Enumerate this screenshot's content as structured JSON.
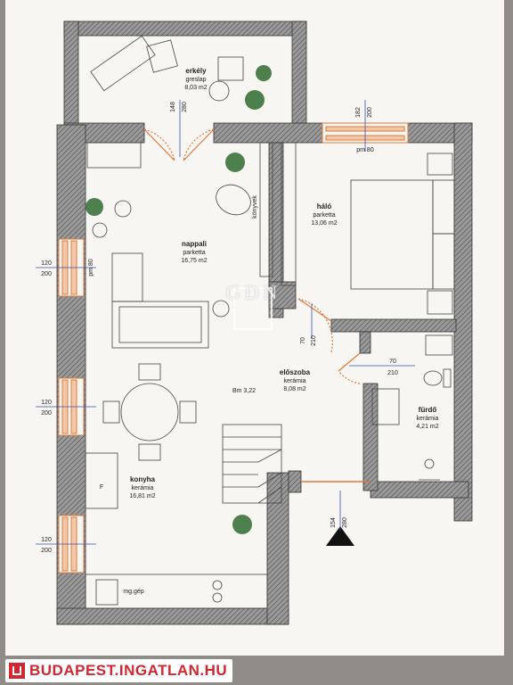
{
  "rooms": {
    "erkely": {
      "name": "erkély",
      "floor": "greslap",
      "area": "8,03 m2"
    },
    "nappali": {
      "name": "nappali",
      "floor": "parketta",
      "area": "16,75 m2"
    },
    "halo": {
      "name": "háló",
      "floor": "parketta",
      "area": "13,06 m2"
    },
    "eloszoba": {
      "name": "előszoba",
      "floor": "kerámia",
      "area": "8,08 m2"
    },
    "furdo": {
      "name": "fürdő",
      "floor": "kerámia",
      "area": "4,21 m2"
    },
    "konyha": {
      "name": "konyha",
      "floor": "kerámia",
      "area": "16,81 m2"
    }
  },
  "labels": {
    "bm": "Bm 3,22",
    "konyvek": "könyvek",
    "mggep": "mg.gép",
    "fridge": "F",
    "pm_top": "pm 80",
    "pm_left": "pm 80"
  },
  "dims": {
    "balcony_door": [
      "148",
      "280"
    ],
    "top_window": [
      "182",
      "200"
    ],
    "left_window_1": [
      "120",
      "200"
    ],
    "left_window_2": [
      "120",
      "200"
    ],
    "left_window_3": [
      "120",
      "200"
    ],
    "door_halo": [
      "70",
      "210"
    ],
    "door_furdo": [
      "70",
      "210"
    ],
    "entrance": [
      "154",
      "280"
    ]
  },
  "watermark": "GDN",
  "brand": "BUDAPEST.INGATLAN.HU",
  "colors": {
    "wall": "#6b6b6b",
    "door": "#e07a3a",
    "plant": "#2f6b2f",
    "brand": "#d22630"
  }
}
